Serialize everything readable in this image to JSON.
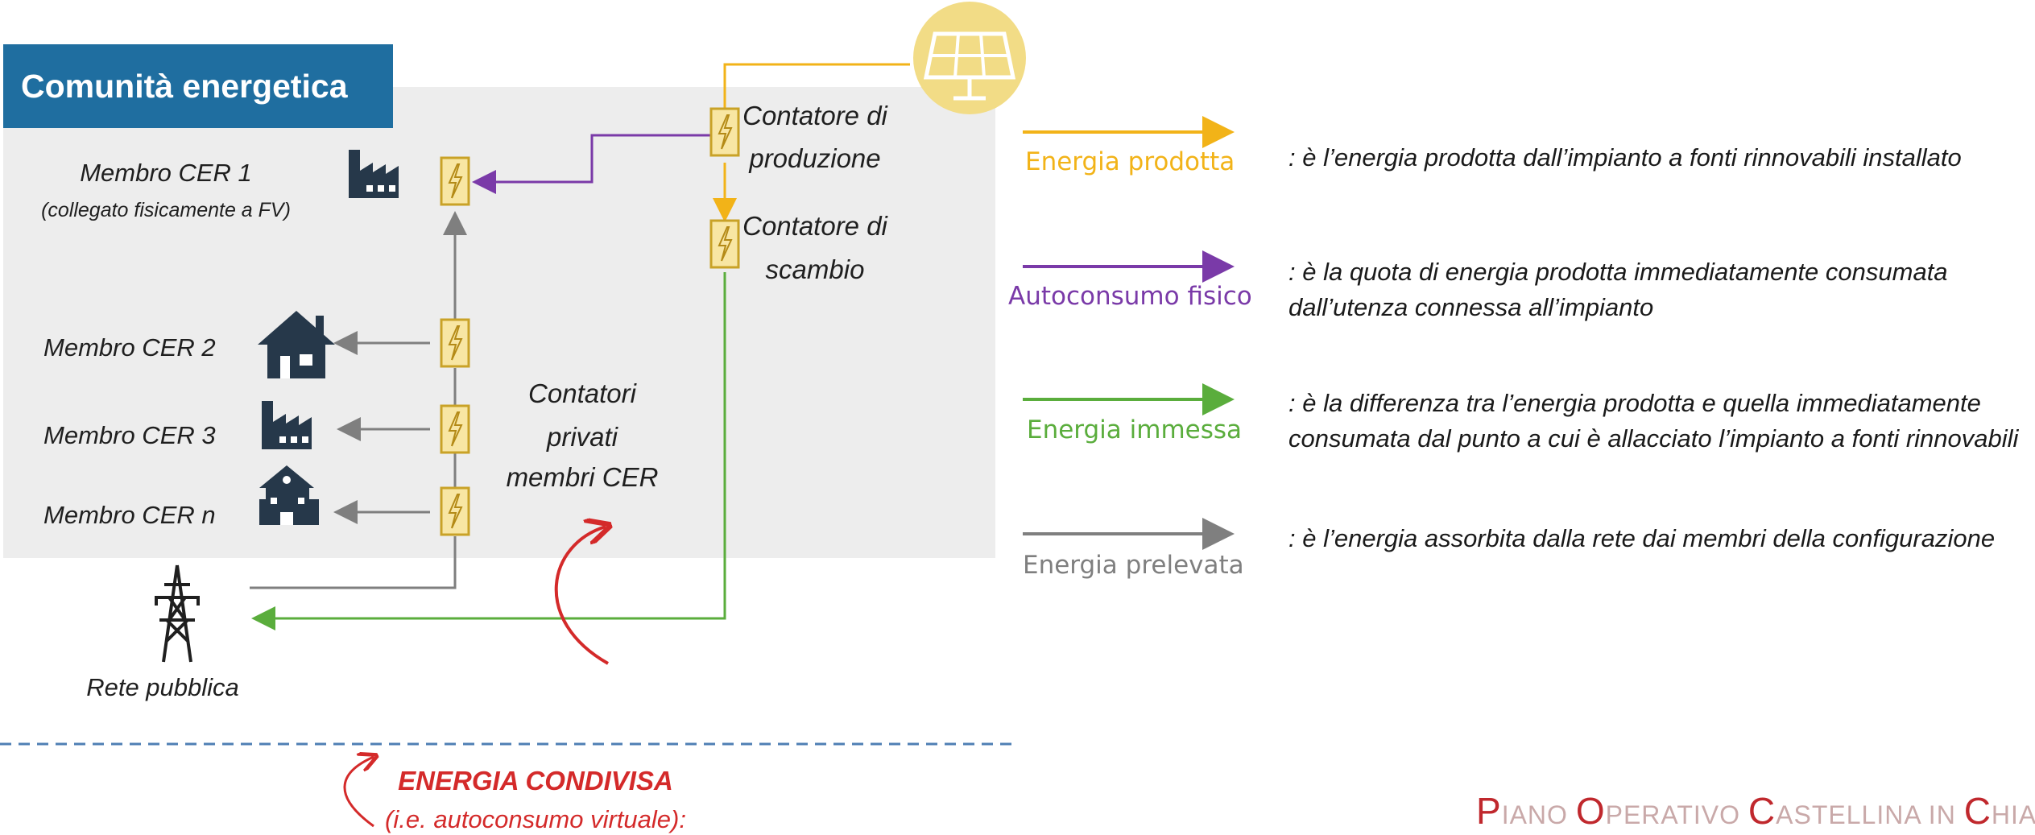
{
  "title": "Comunità energetica",
  "members": {
    "m1_name": "Membro CER 1",
    "m1_sub": "(collegato fisicamente a FV)",
    "m2": "Membro CER 2",
    "m3": "Membro CER 3",
    "mn": "Membro CER n"
  },
  "meters": {
    "production_l1": "Contatore di",
    "production_l2": "produzione",
    "exchange_l1": "Contatore di",
    "exchange_l2": "scambio",
    "private_l1": "Contatori",
    "private_l2": "privati",
    "private_l3": "membri CER"
  },
  "grid_label": "Rete pubblica",
  "shared_energy": {
    "label": "ENERGIA CONDIVISA",
    "sub": "(i.e. autoconsumo virtuale):"
  },
  "legend": [
    {
      "label": "Energia prodotta",
      "color": "#f2b318",
      "description_lines": [
        ": è l’energia prodotta dall’impianto a fonti rinnovabili installato"
      ]
    },
    {
      "label": "Autoconsumo fisico",
      "color": "#7a3aa8",
      "description_lines": [
        ": è la quota di energia prodotta immediatamente consumata",
        "dall’utenza connessa all’impianto"
      ]
    },
    {
      "label": "Energia immessa",
      "color": "#5aad3c",
      "description_lines": [
        ": è la differenza tra l’energia prodotta e quella immediatamente",
        "consumata dal punto a cui è allacciato l’impianto a fonti rinnovabili"
      ]
    },
    {
      "label": "Energia prelevata",
      "color": "#7f7f7f",
      "description_lines": [
        ": è l’energia assorbita dalla rete dai membri della configurazione"
      ]
    }
  ],
  "footer": {
    "w1_cap": "P",
    "w1_rest": "IANO ",
    "w2_cap": "O",
    "w2_rest": "PERATIVO ",
    "w3_cap": "C",
    "w3_rest": "ASTELLINA IN ",
    "w4_cap": "C",
    "w4_rest": "HIANTI"
  },
  "colors": {
    "produced": "#f2b318",
    "physical_self": "#7a3aa8",
    "injected": "#5aad3c",
    "withdrawn": "#7f7f7f",
    "community_bg": "#ededed",
    "title_bg": "#1f6ea0",
    "meter_fill": "#f8e6a3",
    "meter_border": "#c9a227",
    "shared_red": "#d42a2a",
    "icon_dark": "#26384a"
  },
  "icons": [
    "solar-panel-icon",
    "factory-icon",
    "house-icon",
    "school-icon",
    "pylon-icon",
    "meter-icon",
    "curved-arrow-icon"
  ]
}
